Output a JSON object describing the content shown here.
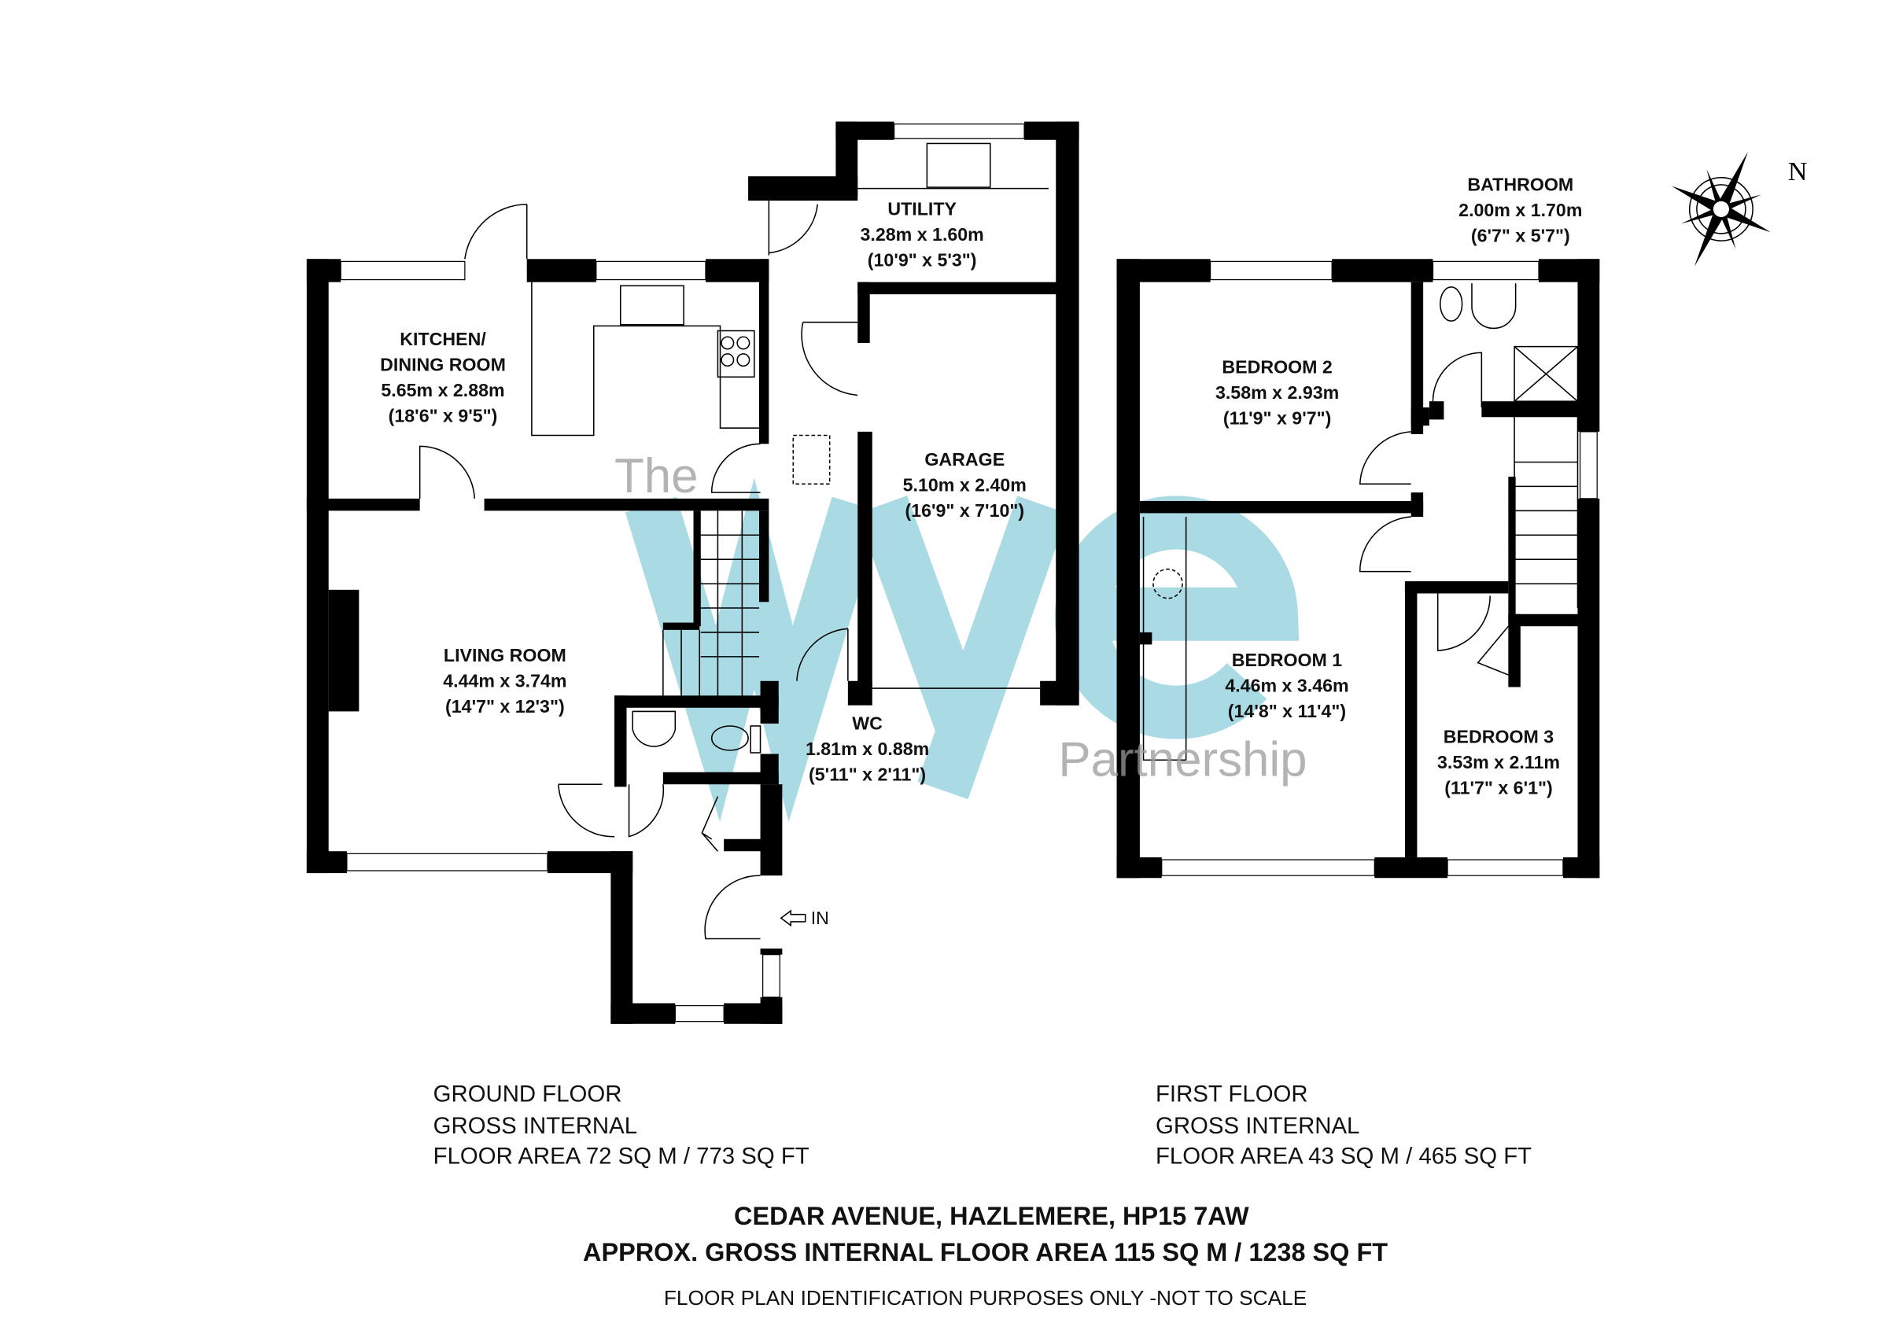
{
  "ground_floor": {
    "rooms": [
      {
        "name": "KITCHEN/",
        "name2": "DINING ROOM",
        "metric": "5.65m x 2.88m",
        "imperial": "(18'6\" x 9'5\")"
      },
      {
        "name": "UTILITY",
        "metric": "3.28m x 1.60m",
        "imperial": "(10'9\" x 5'3\")"
      },
      {
        "name": "GARAGE",
        "metric": "5.10m x 2.40m",
        "imperial": "(16'9\" x 7'10\")"
      },
      {
        "name": "LIVING ROOM",
        "metric": "4.44m x 3.74m",
        "imperial": "(14'7\" x 12'3\")"
      },
      {
        "name": "WC",
        "metric": "1.81m x 0.88m",
        "imperial": "(5'11\" x 2'11\")"
      }
    ],
    "entrance_label": "IN",
    "summary": [
      "GROUND FLOOR",
      "GROSS INTERNAL",
      "FLOOR AREA 72 SQ M / 773 SQ FT"
    ]
  },
  "first_floor": {
    "rooms": [
      {
        "name": "BATHROOM",
        "metric": "2.00m x 1.70m",
        "imperial": "(6'7\" x 5'7\")"
      },
      {
        "name": "BEDROOM 2",
        "metric": "3.58m x 2.93m",
        "imperial": "(11'9\" x 9'7\")"
      },
      {
        "name": "BEDROOM 1",
        "metric": "4.46m x 3.46m",
        "imperial": "(14'8\" x 11'4\")"
      },
      {
        "name": "BEDROOM 3",
        "metric": "3.53m x 2.11m",
        "imperial": "(11'7\" x 6'1\")"
      }
    ],
    "summary": [
      "FIRST FLOOR",
      "GROSS INTERNAL",
      "FLOOR AREA 43 SQ M / 465 SQ FT"
    ]
  },
  "compass": {
    "icon": "compass-rose-icon",
    "north_label": "N"
  },
  "watermark": {
    "prefix": "The",
    "brand": "wye",
    "suffix": "Partnership",
    "brand_color": "#8ecfdc"
  },
  "footer": {
    "address": "CEDAR AVENUE, HAZLEMERE, HP15 7AW",
    "total_area": "APPROX. GROSS INTERNAL FLOOR AREA 115 SQ M / 1238 SQ FT",
    "disclaimer": "FLOOR PLAN IDENTIFICATION PURPOSES ONLY -NOT TO SCALE"
  }
}
